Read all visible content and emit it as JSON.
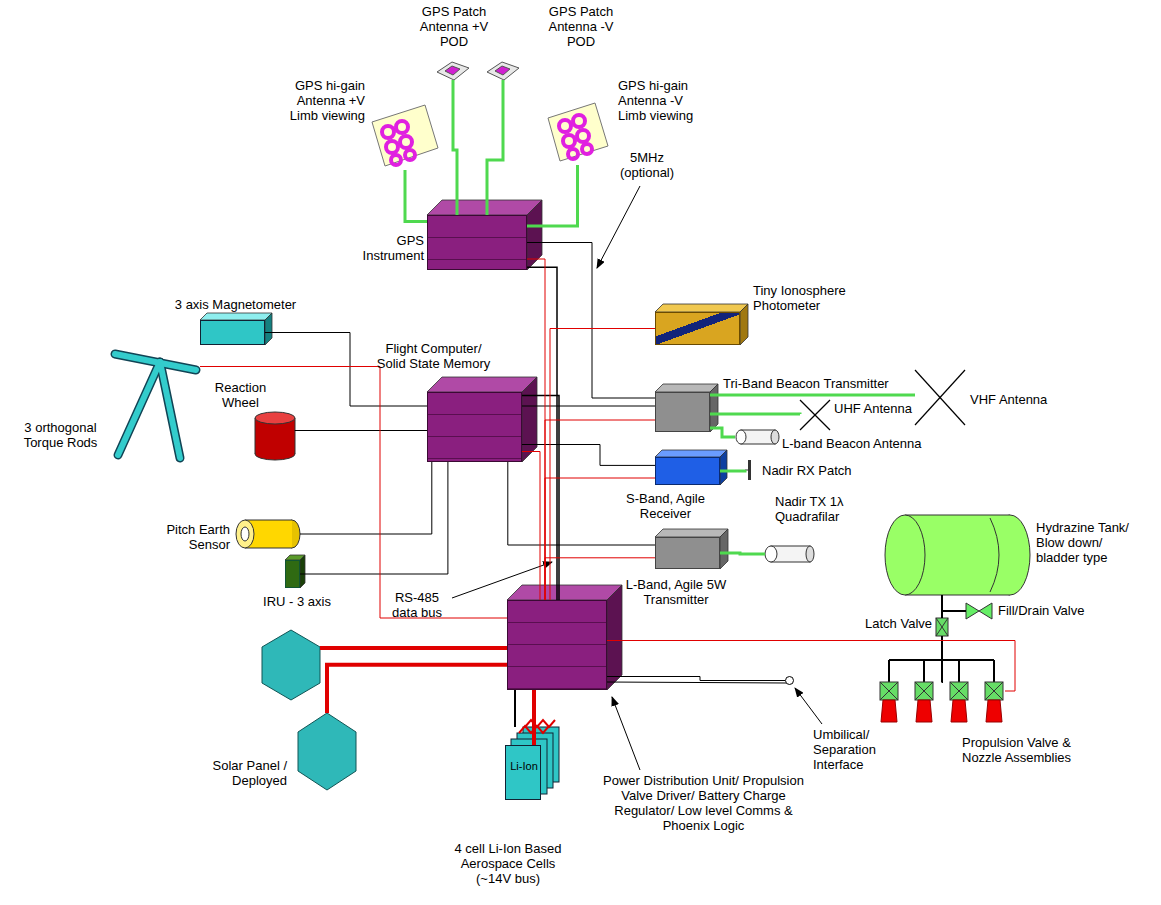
{
  "diagram": {
    "nodes": [
      {
        "text": [
          "GPS Patch Antenna +V POD"
        ]
      },
      {
        "text": [
          "GPS Patch Antenna -V POD"
        ]
      },
      {
        "text": [
          "GPS hi-gain Antenna +V Limb viewing"
        ]
      },
      {
        "text": [
          "GPS hi-gain Antenna -V Limb viewing"
        ]
      },
      {
        "text": [
          "GPS Instrument"
        ]
      },
      {
        "text": [
          "Tiny Ionosphere Photometer"
        ]
      },
      {
        "text": [
          "3 axis Magnetometer"
        ]
      },
      {
        "text": [
          "Flight Computer/ Solid State Memory"
        ]
      },
      {
        "text": [
          "Tri-Band Beacon Transmitter"
        ]
      },
      {
        "text": [
          "VHF Antenna"
        ]
      },
      {
        "text": [
          "UHF Antenna"
        ]
      },
      {
        "text": [
          "L-band Beacon Antenna"
        ]
      },
      {
        "text": [
          "3 orthogonal Torque Rods"
        ]
      },
      {
        "text": [
          "Reaction Wheel"
        ]
      },
      {
        "text": [
          "S-Band, Agile Receiver"
        ]
      },
      {
        "text": [
          "Nadir RX Patch"
        ]
      },
      {
        "text": [
          "Pitch Earth Sensor"
        ]
      },
      {
        "text": [
          "L-Band, Agile 5W Transmitter"
        ]
      },
      {
        "text": [
          "Nadir TX 1λ Quadrafilar"
        ]
      },
      {
        "text": [
          "Hydrazine Tank/ Blow down/ bladder type"
        ]
      },
      {
        "text": [
          "Fill/Drain Valve"
        ]
      },
      {
        "text": [
          "Latch Valve"
        ]
      },
      {
        "text": [
          "IRU - 3 axis"
        ]
      },
      {
        "text": [
          "Power Distribution Unit/ Propulsion Valve Driver/ Battery Charge Regulator/ Low level Comms & Phoenix Logic"
        ]
      },
      {
        "text": [
          "Propulsion Valve & Nozzle Assemblies"
        ]
      },
      {
        "text": [
          "Solar Panel / Deployed"
        ]
      },
      {
        "text": [
          "Li-Ion",
          "4 cell Li-Ion Based Aerospace Cells (~14V bus)"
        ]
      },
      {
        "text": [
          "Umbilical/ Separation Interface"
        ]
      }
    ],
    "edges": [
      {
        "from": 0,
        "to": 4,
        "arrow": "none"
      },
      {
        "from": 1,
        "to": 4,
        "arrow": "none"
      },
      {
        "from": 2,
        "to": 4,
        "arrow": "none"
      },
      {
        "from": 3,
        "to": 4,
        "arrow": "none"
      },
      {
        "from": 4,
        "to": 8,
        "arrow": "none"
      },
      {
        "from": 4,
        "to": 23,
        "arrow": "none"
      },
      {
        "from": 7,
        "to": 6,
        "arrow": "none"
      },
      {
        "from": 7,
        "to": 13,
        "arrow": "none"
      },
      {
        "from": 7,
        "to": 16,
        "arrow": "none"
      },
      {
        "from": 7,
        "to": 22,
        "arrow": "none"
      },
      {
        "from": 7,
        "to": 8,
        "arrow": "none"
      },
      {
        "from": 7,
        "to": 14,
        "arrow": "none"
      },
      {
        "from": 7,
        "to": 17,
        "arrow": "none"
      },
      {
        "from": 7,
        "to": 23,
        "arrow": "none"
      },
      {
        "from": 8,
        "to": 9,
        "arrow": "none"
      },
      {
        "from": 8,
        "to": 10,
        "arrow": "none"
      },
      {
        "from": 8,
        "to": 11,
        "arrow": "none"
      },
      {
        "from": 14,
        "to": 15,
        "arrow": "none"
      },
      {
        "from": 17,
        "to": 18,
        "arrow": "none"
      },
      {
        "from": 19,
        "to": 21,
        "arrow": "none"
      },
      {
        "from": 19,
        "to": 20,
        "arrow": "none"
      },
      {
        "from": 21,
        "to": 24,
        "arrow": "none"
      },
      {
        "from": 23,
        "to": 4,
        "arrow": "none"
      },
      {
        "from": 23,
        "to": 5,
        "arrow": "none"
      },
      {
        "from": 23,
        "to": 7,
        "arrow": "none"
      },
      {
        "from": 23,
        "to": 8,
        "arrow": "none"
      },
      {
        "from": 23,
        "to": 14,
        "arrow": "none"
      },
      {
        "from": 23,
        "to": 17,
        "arrow": "none"
      },
      {
        "from": 23,
        "to": 12,
        "arrow": "none"
      },
      {
        "from": 23,
        "to": 24,
        "arrow": "none"
      },
      {
        "from": 23,
        "to": 25,
        "arrow": "none"
      },
      {
        "from": 23,
        "to": 26,
        "arrow": "none"
      },
      {
        "from": 23,
        "to": 27,
        "arrow": "none"
      }
    ],
    "labels": [
      "5MHz (optional)",
      "RS-485 data bus"
    ]
  }
}
